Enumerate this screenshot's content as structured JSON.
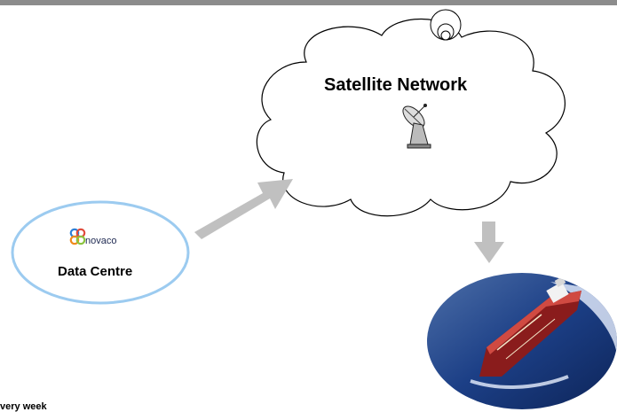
{
  "cloud": {
    "title": "Satellite Network",
    "icon": "satellite-dish-icon"
  },
  "data_centre": {
    "brand": "novaco",
    "title": "Data Centre",
    "logo_colors": [
      "#2c7fd6",
      "#f08a1a",
      "#8ac43f",
      "#e04a3b"
    ]
  },
  "ship": {
    "icon": "ship-photo"
  },
  "footer": {
    "text": "very week"
  },
  "colors": {
    "arrow": "#c0c0c0",
    "ellipse_border": "#9ccbf0",
    "top_rule": "#8c8c8c"
  }
}
